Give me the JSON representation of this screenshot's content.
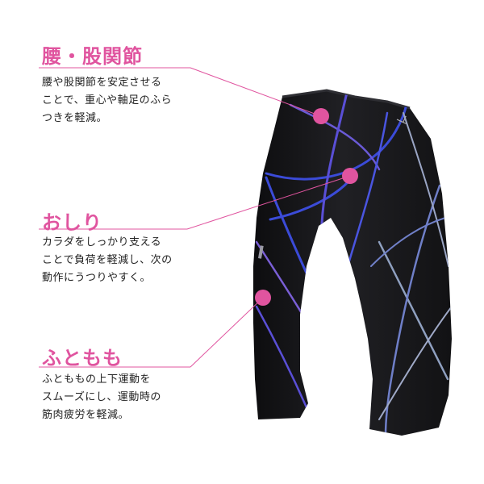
{
  "colors": {
    "accent": "#e0549f",
    "text": "#222222",
    "garment": "#1a1a1c",
    "line_blue": "#3b4bd8",
    "line_purple": "#7a5fd6",
    "line_silver": "#8fa0c0"
  },
  "sections": [
    {
      "heading": "腰・股関節",
      "lines": [
        "腰や股関節を安定させる",
        "ことで、重心や軸足のふら",
        "つきを軽減。"
      ]
    },
    {
      "heading": "おしり",
      "lines": [
        "カラダをしっかり支える",
        "ことで負荷を軽減し、次の",
        "動作にうつりやすく。"
      ]
    },
    {
      "heading": "ふともも",
      "lines": [
        "ふとももの上下運動を",
        "スムーズにし、運動時の",
        "筋肉疲労を軽減。"
      ]
    }
  ]
}
